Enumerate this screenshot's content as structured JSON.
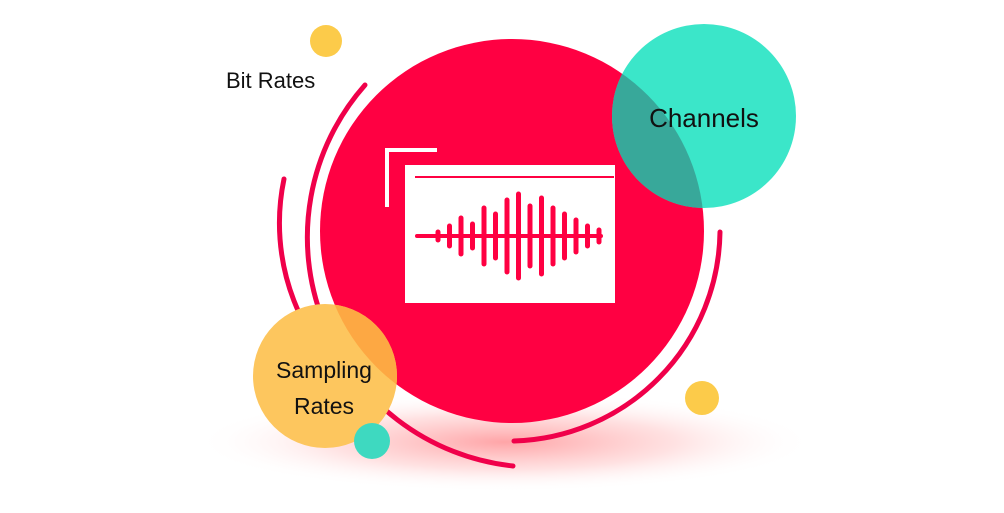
{
  "labels": {
    "bit_rates": "Bit Rates",
    "channels": "Channels",
    "sampling_line1": "Sampling",
    "sampling_line2": "Rates"
  },
  "icons": {
    "center": "audio-waveform-window-icon"
  },
  "colors": {
    "main_circle": "#FF0042",
    "arcs": "#F0004A",
    "channels_circle": "#3BE6C9",
    "channels_overlap": "#38A89A",
    "sampling_circle": "#FDC65E",
    "sampling_overlap": "#FDA843",
    "yellow_dot": "#FCCB4A",
    "teal_dot": "#3ED9C0",
    "glow": "#FF5A5F",
    "window_fill": "#FFFFFF",
    "waveform": "#FF0042"
  }
}
